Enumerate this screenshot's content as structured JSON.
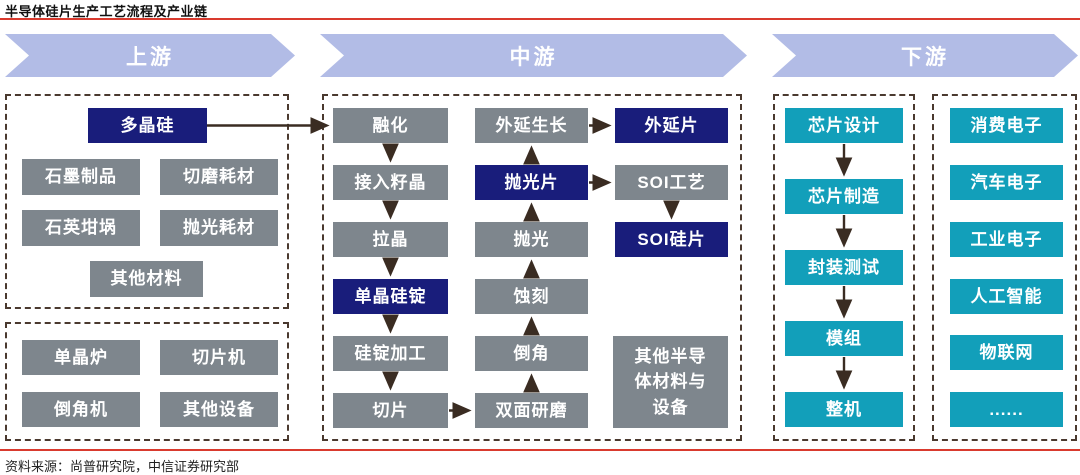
{
  "title": "半导体硅片生产工艺流程及产业链",
  "source": "资料来源：尚普研究院，中信证券研究部",
  "colors": {
    "banner": "#b2bce6",
    "navy_node": "#191d7b",
    "gray_node": "#7e868d",
    "teal_node": "#129fba",
    "arrow": "#3a2c22",
    "dashed_border": "#4a392f",
    "rule_red": "#d93a2e"
  },
  "banners": [
    {
      "label": "上游"
    },
    {
      "label": "中游"
    },
    {
      "label": "下游"
    }
  ],
  "upstream": {
    "materials": {
      "main": "多晶硅",
      "row1": [
        "石墨制品",
        "切磨耗材"
      ],
      "row2": [
        "石英坩埚",
        "抛光耗材"
      ],
      "row3": "其他材料"
    },
    "equipment": {
      "row1": [
        "单晶炉",
        "切片机"
      ],
      "row2": [
        "倒角机",
        "其他设备"
      ]
    }
  },
  "midstream": {
    "col1": [
      "融化",
      "接入籽晶",
      "拉晶",
      "单晶硅锭",
      "硅锭加工",
      "切片"
    ],
    "col2": [
      "外延生长",
      "抛光片",
      "抛光",
      "蚀刻",
      "倒角",
      "双面研磨"
    ],
    "col3": [
      "外延片",
      "SOI工艺",
      "SOI硅片"
    ],
    "other": "其他半导\n体材料与\n设备"
  },
  "downstream": {
    "chain": [
      "芯片设计",
      "芯片制造",
      "封装测试",
      "模组",
      "整机"
    ],
    "applications": [
      "消费电子",
      "汽车电子",
      "工业电子",
      "人工智能",
      "物联网",
      "......"
    ]
  }
}
